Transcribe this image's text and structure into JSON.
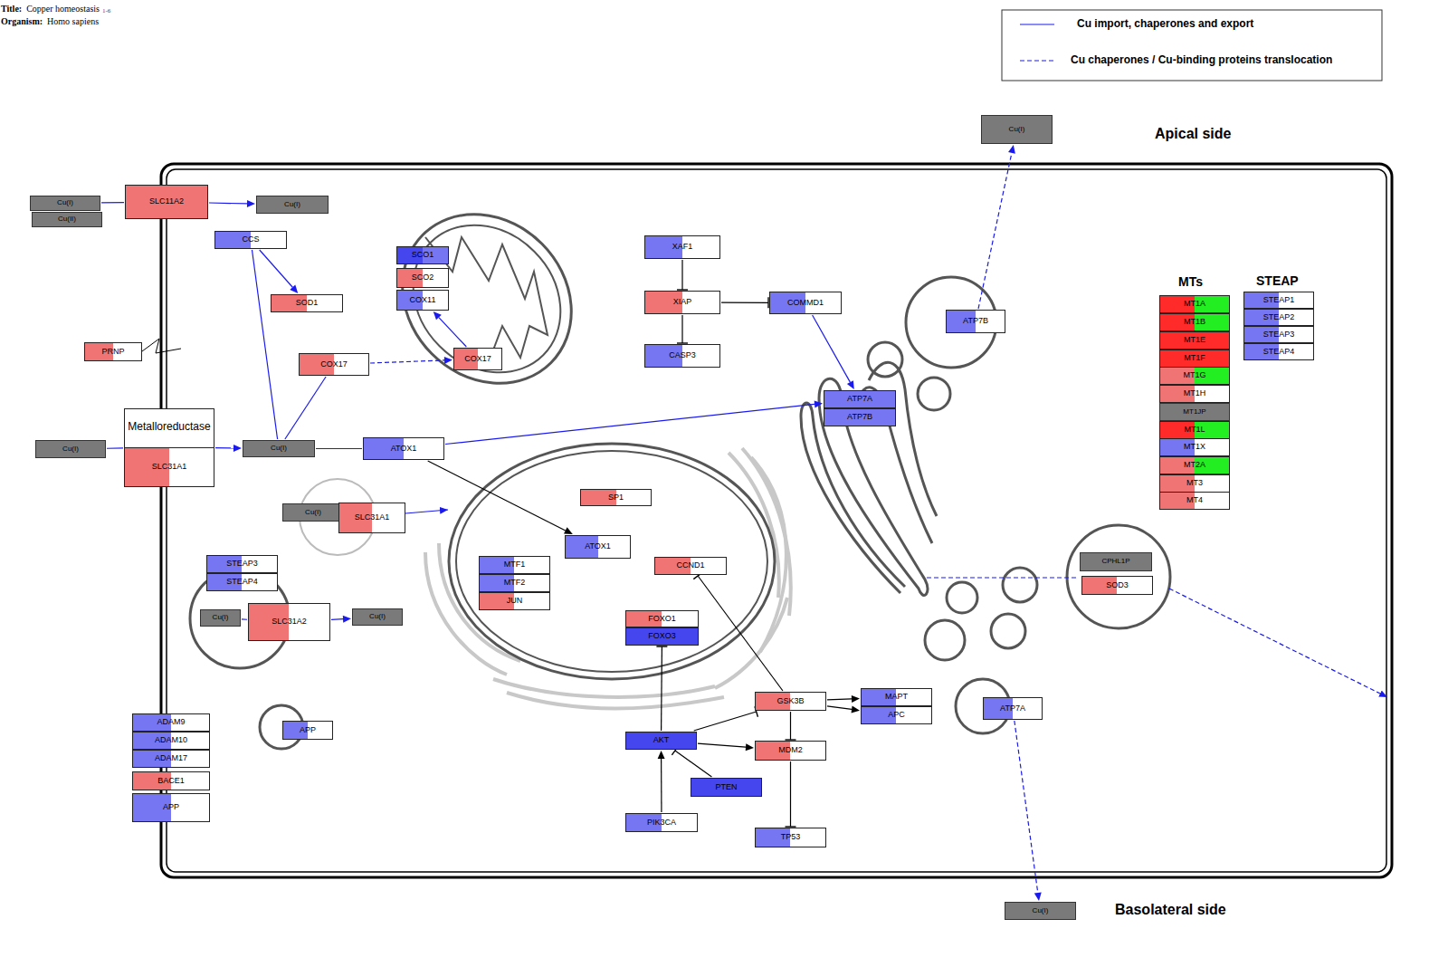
{
  "diagram": {
    "title": "Copper homeostasis",
    "nodes": [
      {
        "text": [
          "Cu(I)"
        ]
      },
      {
        "text": [
          "Cu(II)"
        ]
      },
      {
        "text": [
          "SLC11A2"
        ]
      },
      {
        "text": [
          "Cu(I)"
        ]
      },
      {
        "text": [
          "CCS"
        ]
      },
      {
        "text": [
          "SCO1"
        ]
      },
      {
        "text": [
          "SCO2"
        ]
      },
      {
        "text": [
          "COX11"
        ]
      },
      {
        "text": [
          "XAF1"
        ]
      },
      {
        "text": [
          "SOD1"
        ]
      },
      {
        "text": [
          "XIAP"
        ]
      },
      {
        "text": [
          "COMMD1"
        ]
      },
      {
        "text": [
          "ATP7B"
        ]
      },
      {
        "text": [
          "PRNP"
        ]
      },
      {
        "text": [
          "CASP3"
        ]
      },
      {
        "text": [
          "COX17"
        ]
      },
      {
        "text": [
          "COX17"
        ]
      },
      {
        "text": [
          "ATP7A"
        ]
      },
      {
        "text": [
          "ATP7B"
        ]
      },
      {
        "text": [
          "MT1A"
        ]
      },
      {
        "text": [
          "MT1B"
        ]
      },
      {
        "text": [
          "MT1E"
        ]
      },
      {
        "text": [
          "MT1F"
        ]
      },
      {
        "text": [
          "MT1G"
        ]
      },
      {
        "text": [
          "MT1H"
        ]
      },
      {
        "text": [
          "MT1JP"
        ]
      },
      {
        "text": [
          "MT1L"
        ]
      },
      {
        "text": [
          "MT1X"
        ]
      },
      {
        "text": [
          "MT2A"
        ]
      },
      {
        "text": [
          "MT3"
        ]
      },
      {
        "text": [
          "MT4"
        ]
      },
      {
        "text": [
          "STEAP1"
        ]
      },
      {
        "text": [
          "STEAP2"
        ]
      },
      {
        "text": [
          "STEAP3"
        ]
      },
      {
        "text": [
          "STEAP4"
        ]
      },
      {
        "text": [
          "Metalloreductase"
        ]
      },
      {
        "text": [
          "SLC31A1"
        ],
        "in": 35
      },
      {
        "text": [
          "Cu(I)"
        ]
      },
      {
        "text": [
          "Cu(I)"
        ]
      },
      {
        "text": [
          "ATOX1"
        ]
      },
      {
        "text": [
          "SP1"
        ]
      },
      {
        "text": [
          "Cu(I)"
        ]
      },
      {
        "text": [
          "SLC31A1"
        ]
      },
      {
        "text": [
          "ATOX1"
        ]
      },
      {
        "text": [
          "STEAP3"
        ]
      },
      {
        "text": [
          "STEAP4"
        ]
      },
      {
        "text": [
          "MTF1"
        ]
      },
      {
        "text": [
          "MTF2"
        ]
      },
      {
        "text": [
          "JUN"
        ]
      },
      {
        "text": [
          "CCND1"
        ]
      },
      {
        "text": [
          "CPHL1P"
        ]
      },
      {
        "text": [
          "SOD3"
        ]
      },
      {
        "text": [
          "Cu(I)"
        ]
      },
      {
        "text": [
          "SLC31A2"
        ]
      },
      {
        "text": [
          "Cu(I)"
        ]
      },
      {
        "text": [
          "FOXO1"
        ]
      },
      {
        "text": [
          "FOXO3"
        ]
      },
      {
        "text": [
          "GSK3B"
        ]
      },
      {
        "text": [
          "MAPT"
        ]
      },
      {
        "text": [
          "APC"
        ]
      },
      {
        "text": [
          "ATP7A"
        ]
      },
      {
        "text": [
          "ADAM9"
        ]
      },
      {
        "text": [
          "ADAM10"
        ]
      },
      {
        "text": [
          "ADAM17"
        ]
      },
      {
        "text": [
          "BACE1"
        ]
      },
      {
        "text": [
          "APP"
        ]
      },
      {
        "text": [
          "APP"
        ]
      },
      {
        "text": [
          "AKT"
        ]
      },
      {
        "text": [
          "MDM2"
        ]
      },
      {
        "text": [
          "PTEN"
        ]
      },
      {
        "text": [
          "PIK3CA"
        ]
      },
      {
        "text": [
          "TP53"
        ]
      },
      {
        "text": [
          "Cu(I)"
        ]
      },
      {
        "text": [
          "Cu(I)"
        ]
      }
    ],
    "edges": [
      {
        "from": 0,
        "to": 2,
        "arrow": "none"
      },
      {
        "from": 2,
        "to": 3,
        "arrow": "to"
      },
      {
        "from": 4,
        "to": 9,
        "arrow": "to"
      },
      {
        "from": 4,
        "to": 38,
        "arrow": "none"
      },
      {
        "from": 38,
        "to": 15,
        "arrow": "none"
      },
      {
        "from": 15,
        "to": 16,
        "arrow": "to"
      },
      {
        "from": 16,
        "to": 7,
        "arrow": "to"
      },
      {
        "from": 37,
        "to": 35,
        "arrow": "none"
      },
      {
        "from": 35,
        "to": 38,
        "arrow": "to"
      },
      {
        "from": 38,
        "to": 39,
        "arrow": "none"
      },
      {
        "from": 39,
        "to": 17,
        "arrow": "to"
      },
      {
        "from": 39,
        "to": 43,
        "arrow": "to"
      },
      {
        "from": 8,
        "to": 10,
        "arrow": "to"
      },
      {
        "from": 10,
        "to": 14,
        "arrow": "to"
      },
      {
        "from": 10,
        "to": 11,
        "arrow": "to"
      },
      {
        "from": 11,
        "to": 17,
        "arrow": "to"
      },
      {
        "from": 12,
        "to": 72,
        "arrow": "to"
      },
      {
        "from": 52,
        "to": 53,
        "arrow": "none"
      },
      {
        "from": 53,
        "to": 54,
        "arrow": "to"
      },
      {
        "from": 60,
        "to": 73,
        "arrow": "to"
      },
      {
        "from": 67,
        "to": 56,
        "arrow": "to"
      },
      {
        "from": 70,
        "to": 67,
        "arrow": "to"
      },
      {
        "from": 69,
        "to": 67,
        "arrow": "to"
      },
      {
        "from": 67,
        "to": 57,
        "arrow": "to"
      },
      {
        "from": 67,
        "to": 68,
        "arrow": "to"
      },
      {
        "from": 57,
        "to": 58,
        "arrow": "to"
      },
      {
        "from": 57,
        "to": 59,
        "arrow": "to"
      },
      {
        "from": 57,
        "to": 49,
        "arrow": "to"
      },
      {
        "from": 57,
        "to": 68,
        "arrow": "to"
      },
      {
        "from": 68,
        "to": 71,
        "arrow": "to"
      }
    ],
    "labels": [
      "Title:",
      "1-6",
      "Organism:",
      "Homo sapiens",
      "Apical side",
      "Basolateral side",
      "MTs",
      "STEAP"
    ],
    "legend": [
      {
        "text": "Cu import, chaperones and export"
      },
      {
        "text": "Cu chaperones / Cu-binding proteins translocation"
      }
    ]
  }
}
